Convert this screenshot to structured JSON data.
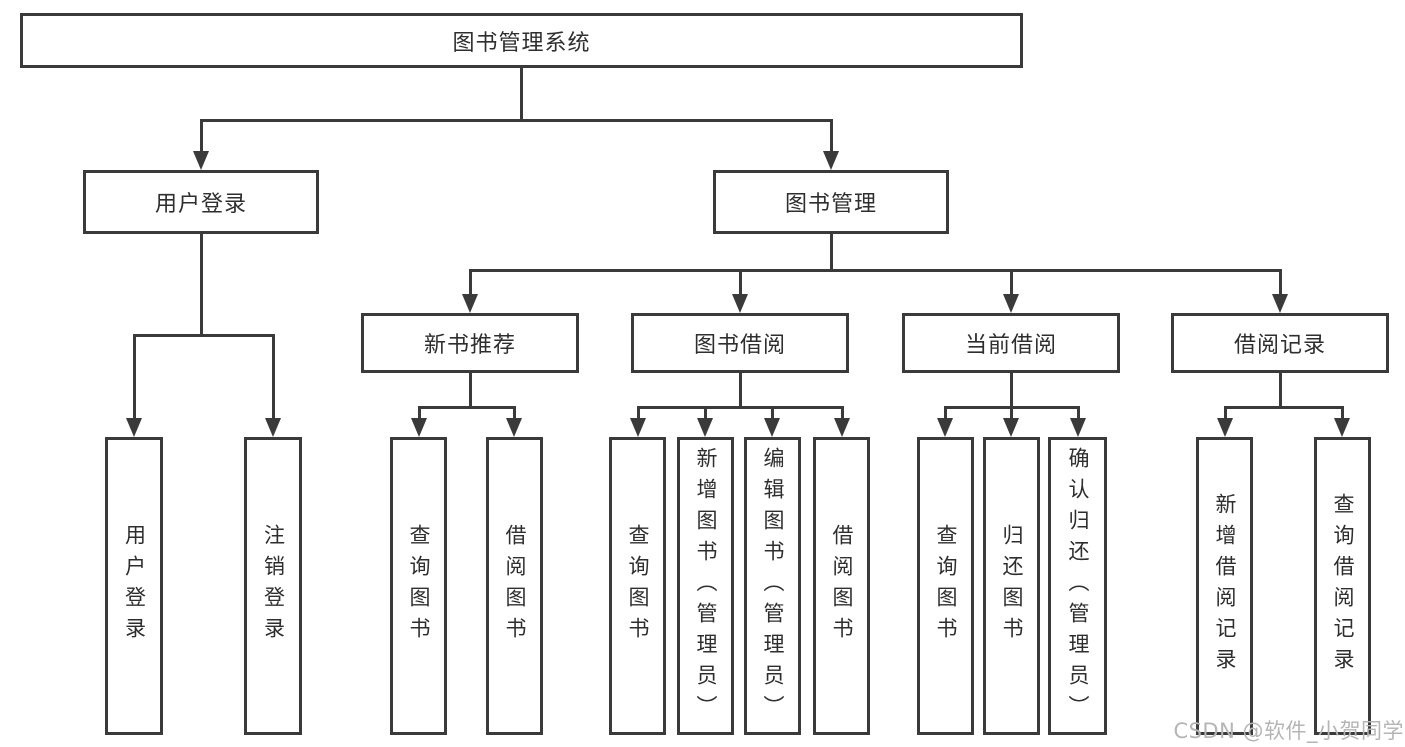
{
  "diagram": {
    "root": {
      "label": "图书管理系统"
    },
    "branches": [
      {
        "label": "用户登录",
        "leaves": [
          {
            "label": "用户登录"
          },
          {
            "label": "注销登录"
          }
        ]
      },
      {
        "label": "图书管理",
        "groups": [
          {
            "label": "新书推荐",
            "leaves": [
              {
                "label": "查询图书"
              },
              {
                "label": "借阅图书"
              }
            ]
          },
          {
            "label": "图书借阅",
            "leaves": [
              {
                "label": "查询图书"
              },
              {
                "label": "新增图书（管理员）"
              },
              {
                "label": "编辑图书（管理员）"
              },
              {
                "label": "借阅图书"
              }
            ]
          },
          {
            "label": "当前借阅",
            "leaves": [
              {
                "label": "查询图书"
              },
              {
                "label": "归还图书"
              },
              {
                "label": "确认归还（管理员）"
              }
            ]
          },
          {
            "label": "借阅记录",
            "leaves": [
              {
                "label": "新增借阅记录"
              },
              {
                "label": "查询借阅记录"
              }
            ]
          }
        ]
      }
    ]
  },
  "watermark": {
    "text": "CSDN @软件_小贺同学"
  },
  "colors": {
    "line": "#3a3a3a",
    "text": "#2e2e2e",
    "watermark": "#b5b5b5",
    "background": "#ffffff"
  }
}
